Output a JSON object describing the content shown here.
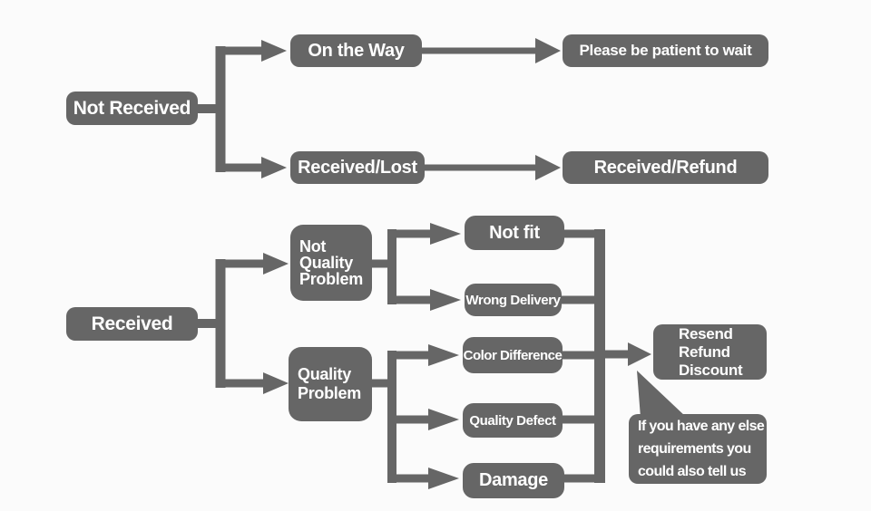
{
  "diagram": {
    "colors": {
      "node_fill": "#666666",
      "node_text": "#ffffff",
      "background": "#fbfbfb",
      "connector": "#666666"
    },
    "nodes": {
      "not_received": "Not Received",
      "on_the_way": "On the Way",
      "please_wait": "Please be patient to wait",
      "received_lost": "Received/Lost",
      "received_refund": "Received/Refund",
      "received": "Received",
      "not_quality_problem": {
        "lines": [
          "Not",
          "Quality",
          "Problem"
        ]
      },
      "quality_problem": {
        "lines": [
          "Quality",
          "Problem"
        ]
      },
      "not_fit": "Not fit",
      "wrong_delivery": "Wrong Delivery",
      "color_difference": "Color Difference",
      "quality_defect": "Quality Defect",
      "damage": "Damage",
      "resend_refund_discount": {
        "lines": [
          "Resend",
          "Refund",
          "Discount"
        ]
      },
      "note": {
        "lines": [
          "If you have any else",
          "requirements you",
          "could also tell us"
        ]
      }
    }
  }
}
